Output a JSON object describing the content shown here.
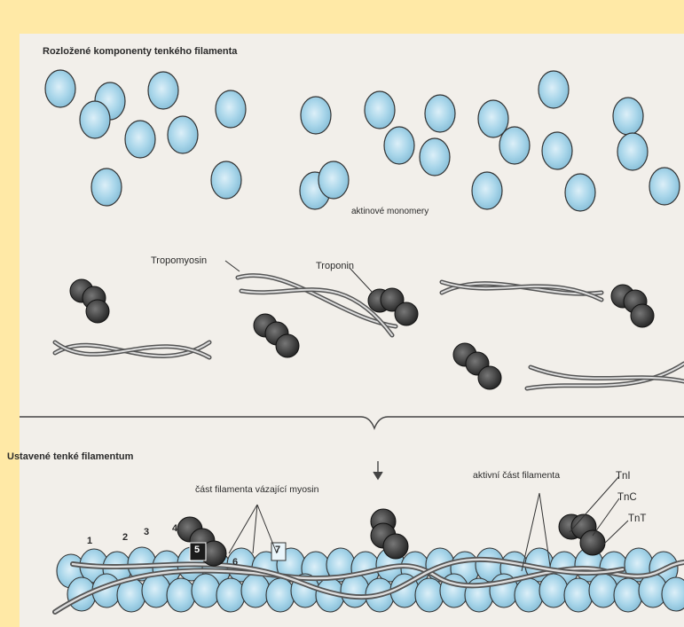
{
  "section_disassembled": {
    "title": "Rozložené komponenty tenkého filamenta",
    "actin_label": "aktinové monomery",
    "tropomyosin_label": "Tropomyosin",
    "troponin_label": "Troponin"
  },
  "section_assembled": {
    "title": "Ustavené tenké filamentum",
    "myosin_binding_label": "část filamenta vázající myosin",
    "active_label": "aktivní část filamenta",
    "subunits": {
      "tni": "TnI",
      "tnc": "TnC",
      "tnt": "TnT"
    },
    "numbers": [
      "1",
      "2",
      "3",
      "4",
      "5",
      "6",
      "7"
    ]
  },
  "colors": {
    "actin_fill": "#A9D6EA",
    "troponin_fill": "#3a3a3a",
    "border": "#FFE9A6",
    "background": "#F2EFEA"
  }
}
